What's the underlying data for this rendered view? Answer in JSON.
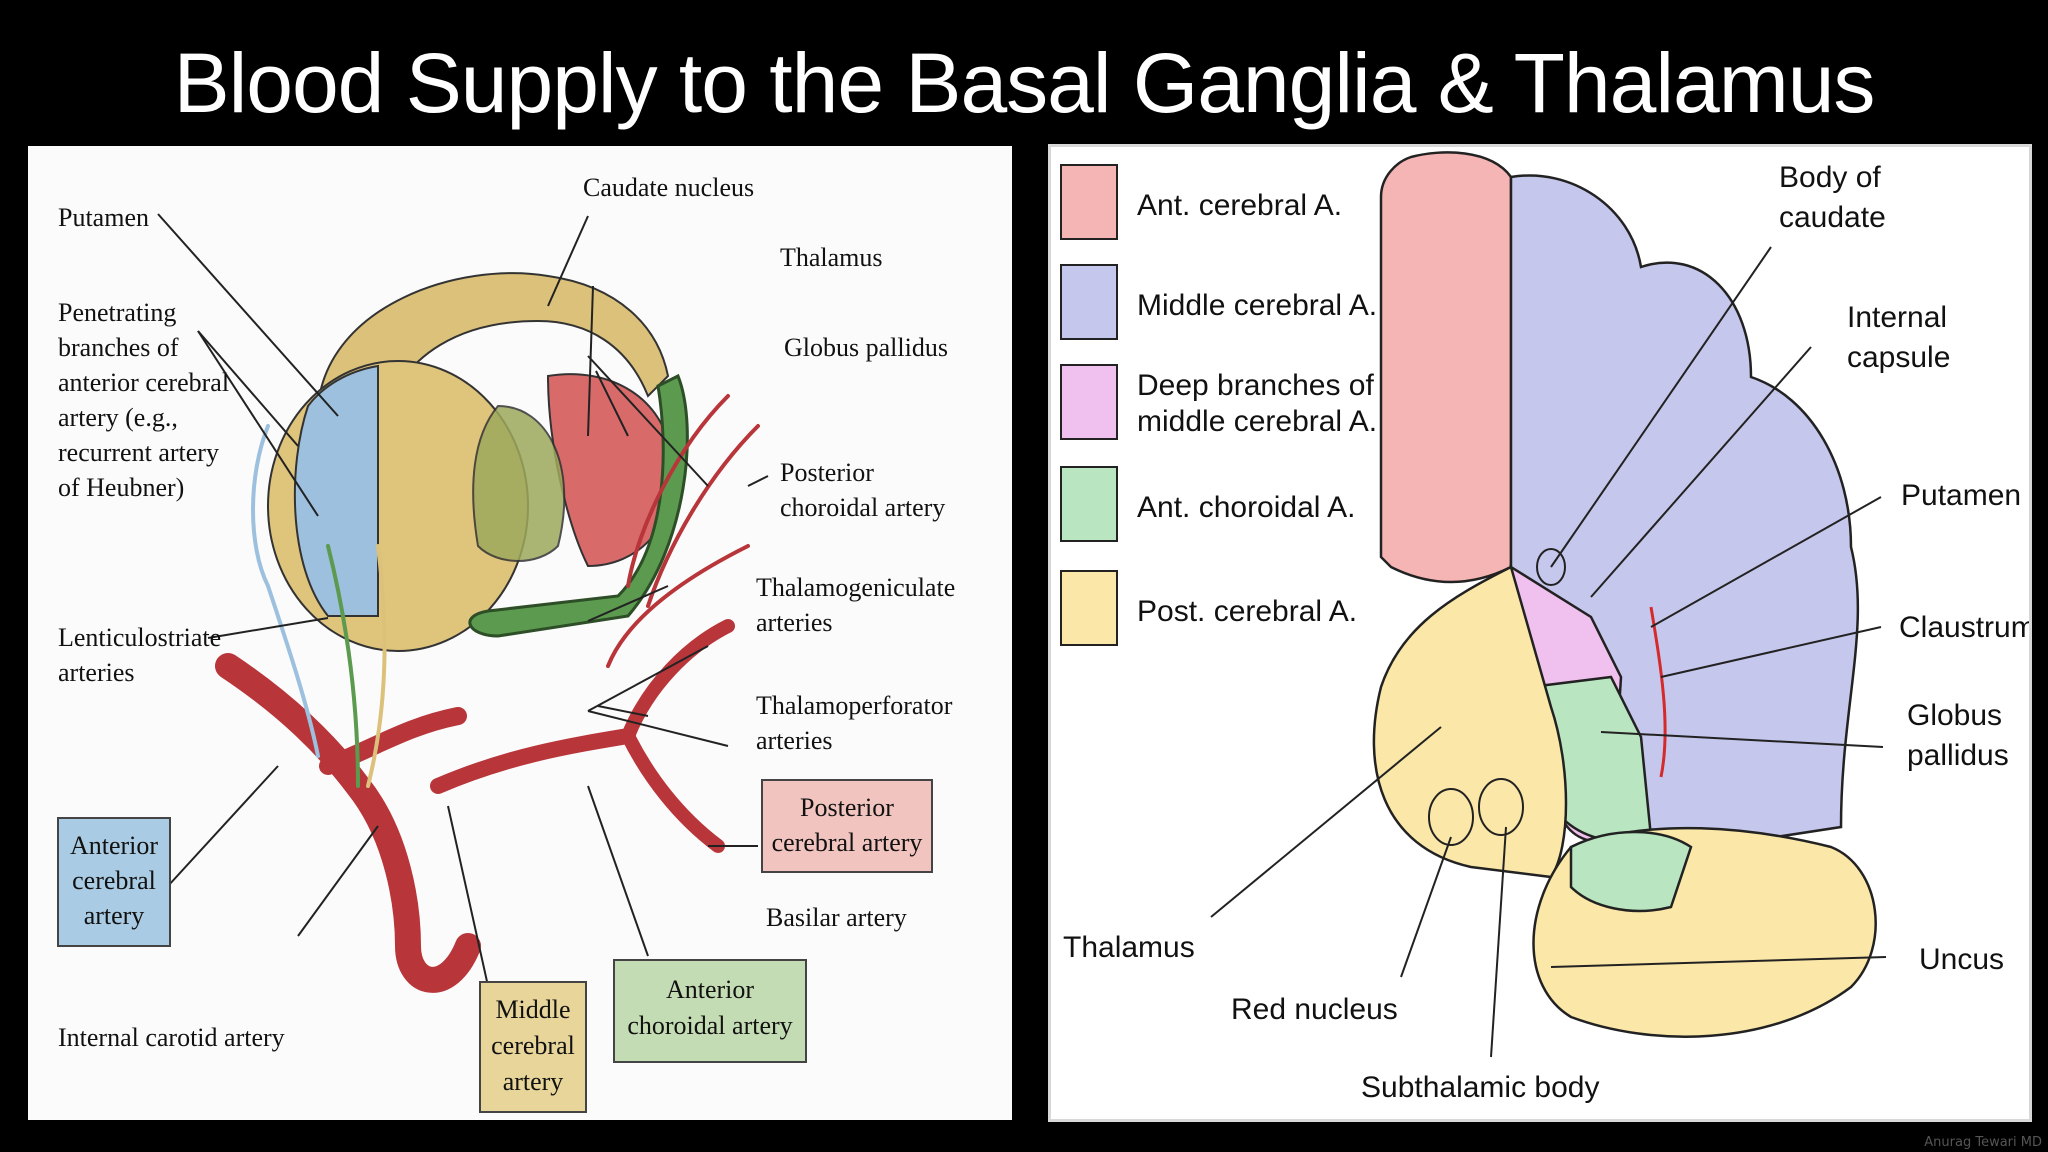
{
  "title": "Blood Supply to the Basal Ganglia & Thalamus",
  "left_diagram": {
    "labels": {
      "caudate_nucleus": "Caudate nucleus",
      "putamen": "Putamen",
      "thalamus": "Thalamus",
      "globus_pallidus": "Globus pallidus",
      "penetrating": [
        "Penetrating",
        "branches of",
        "anterior cerebral",
        "artery (e.g.,",
        "recurrent artery",
        "of Heubner)"
      ],
      "posterior_choroidal": [
        "Posterior",
        "choroidal artery"
      ],
      "thalamogeniculate": [
        "Thalamogeniculate",
        "arteries"
      ],
      "lenticulostriate": [
        "Lenticulostriate",
        "arteries"
      ],
      "thalamoperforator": [
        "Thalamoperforator",
        "arteries"
      ],
      "posterior_cerebral": [
        "Posterior",
        "cerebral artery"
      ],
      "anterior_cerebral": [
        "Anterior",
        "cerebral",
        "artery"
      ],
      "basilar": "Basilar artery",
      "anterior_choroidal": [
        "Anterior",
        "choroidal artery"
      ],
      "middle_cerebral": [
        "Middle",
        "cerebral",
        "artery"
      ],
      "internal_carotid": "Internal carotid artery"
    },
    "colors": {
      "anterior_cerebral": "#a9cbe3",
      "middle_cerebral": "#e8d59a",
      "anterior_choroidal": "#c4dcb4",
      "posterior_cerebral": "#f1c4bf",
      "artery_red": "#b8353a"
    }
  },
  "right_diagram": {
    "legend": [
      {
        "label": "Ant. cerebral A.",
        "color": "#f6b5b5"
      },
      {
        "label": "Middle cerebral A.",
        "color": "#c6c7ec"
      },
      {
        "label": [
          "Deep branches of",
          "middle cerebral A."
        ],
        "color": "#f0c0ee"
      },
      {
        "label": "Ant. choroidal A.",
        "color": "#b9e6c1"
      },
      {
        "label": "Post. cerebral A.",
        "color": "#fbe8a8"
      }
    ],
    "labels": {
      "body_of_caudate": [
        "Body of",
        "caudate"
      ],
      "internal_capsule": [
        "Internal",
        "capsule"
      ],
      "putamen": "Putamen",
      "claustrum": "Claustrum",
      "globus_pallidus": [
        "Globus",
        "pallidus"
      ],
      "uncus": "Uncus",
      "thalamus": "Thalamus",
      "red_nucleus": "Red nucleus",
      "subthalamic_body": "Subthalamic body"
    }
  },
  "credit": "Anurag Tewari MD"
}
